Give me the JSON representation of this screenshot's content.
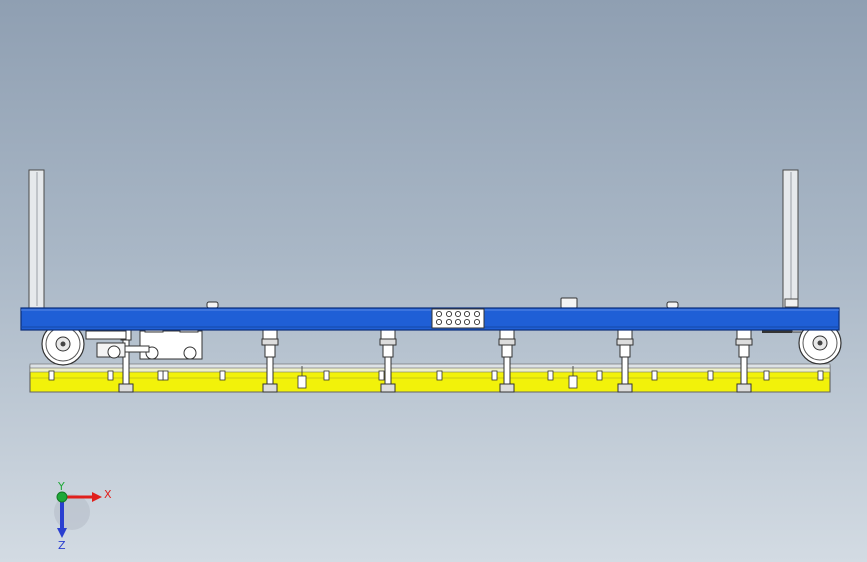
{
  "window": {
    "type": "cad-3d-viewport",
    "view": "front"
  },
  "model": {
    "frame_color": "#1f5fd6",
    "rail_color": "#f2f20a",
    "post_color": "#e6e9ec",
    "leveling_feet_count": 6,
    "rail_clamp_count": 15
  },
  "triad": {
    "x_label": "X",
    "y_label": "Y",
    "z_label": "Z",
    "x_color": "#e0201c",
    "y_color": "#1fa838",
    "z_color": "#2a3fd0"
  }
}
